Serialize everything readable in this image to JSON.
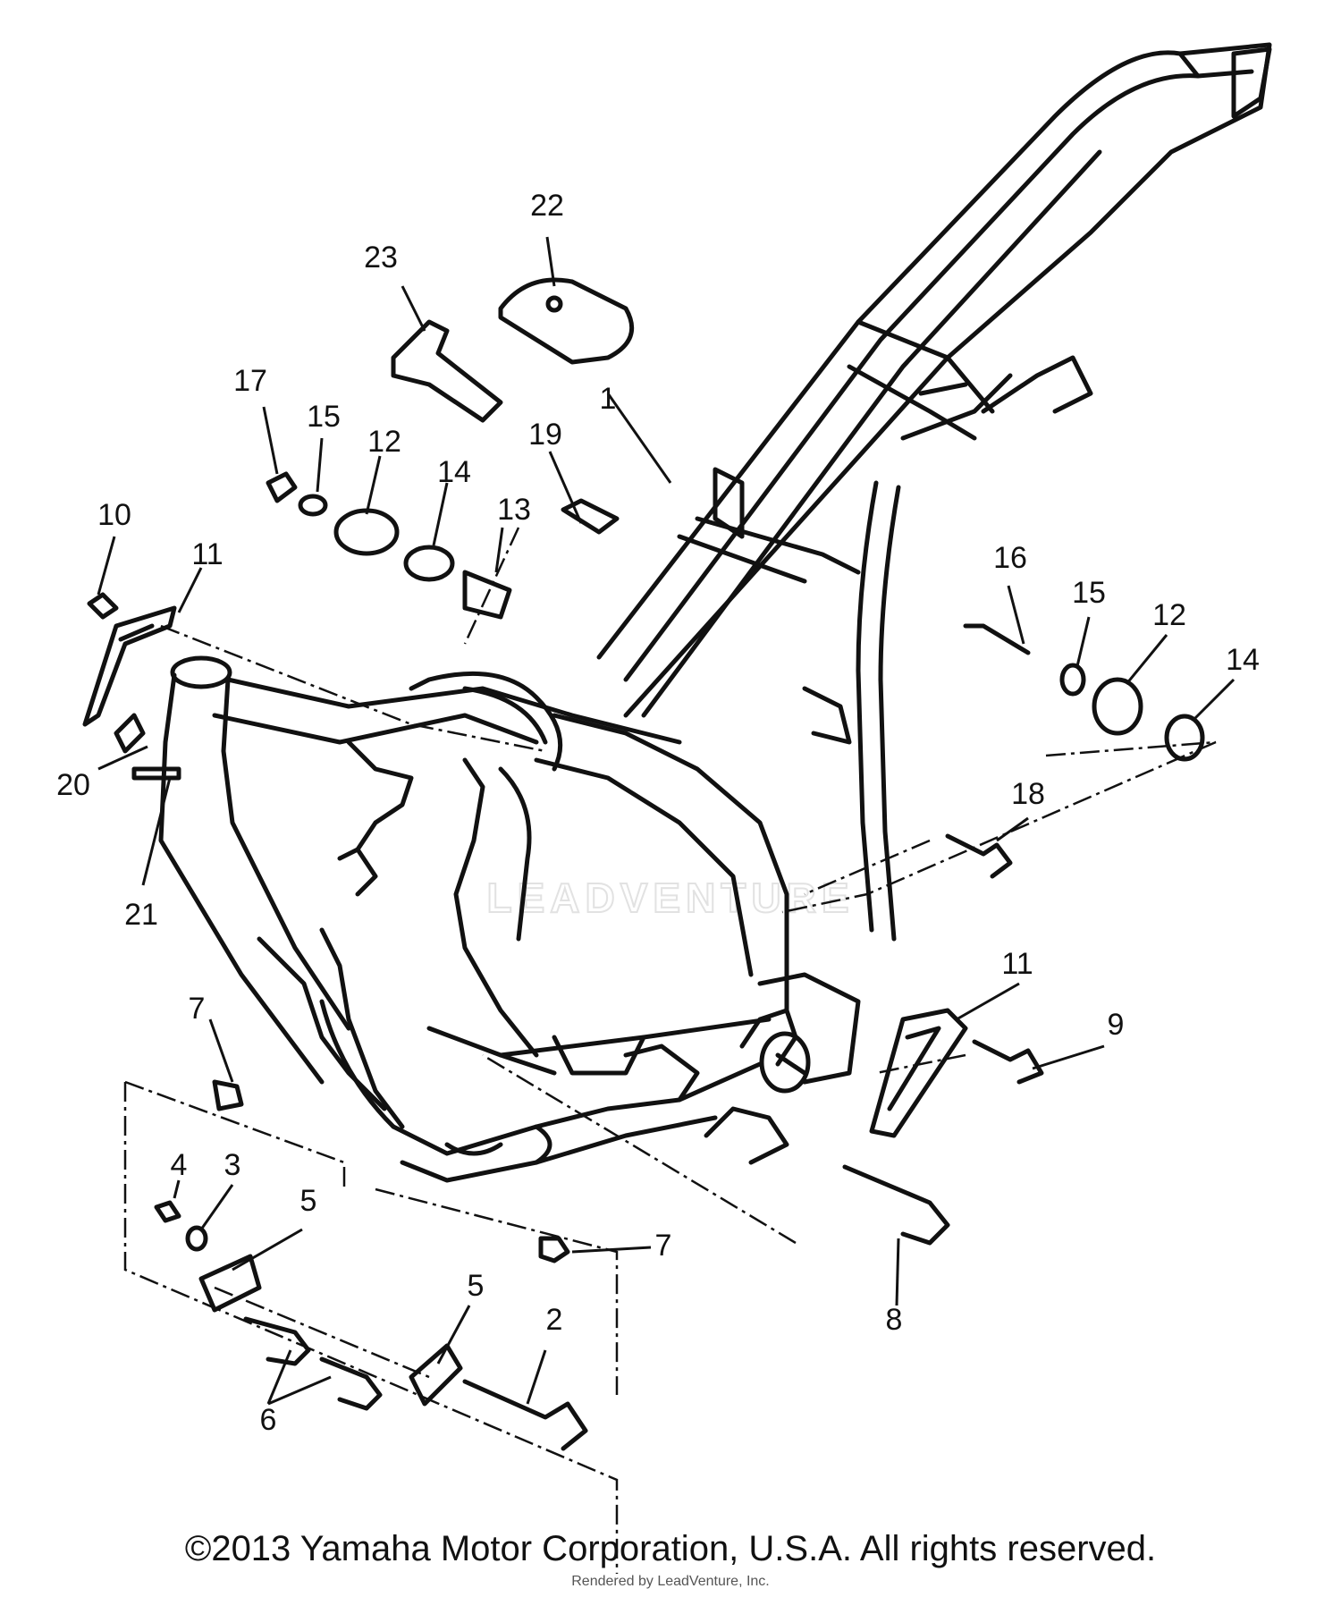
{
  "diagram": {
    "watermark": "LEADVENTURE",
    "labels": [
      "1",
      "2",
      "3",
      "4",
      "5",
      "5",
      "6",
      "7",
      "7",
      "8",
      "9",
      "10",
      "11",
      "11",
      "12",
      "12",
      "13",
      "14",
      "14",
      "15",
      "15",
      "16",
      "17",
      "18",
      "19",
      "20",
      "21",
      "22",
      "23"
    ]
  },
  "footer": {
    "copyright": "©2013 Yamaha Motor Corporation, U.S.A. All rights reserved.",
    "rendered_by": "Rendered by LeadVenture, Inc."
  }
}
